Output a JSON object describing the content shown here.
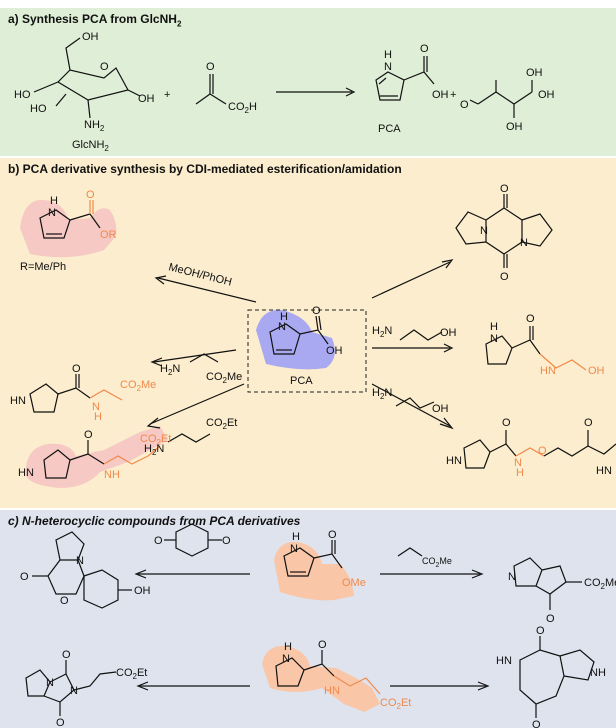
{
  "panel_a": {
    "title": "a) Synthesis PCA from GlcNH",
    "title_sub": "2",
    "glcnh2_label": "GlcNH",
    "glcnh2_sub": "2",
    "pca_label": "PCA",
    "plus": "+",
    "oh": "OH",
    "ho": "HO",
    "nh2": "NH",
    "co2h": "CO",
    "co2h_tail": "H",
    "h": "H",
    "n": "N",
    "o": "O"
  },
  "panel_b": {
    "title": "b) PCA derivative synthesis by CDI-mediated esterification/amidation",
    "r_label": "R=Me/Ph",
    "or_label": "OR",
    "reagent_meoh": "MeOH/PhOH",
    "center_label": "PCA",
    "co2me": "CO",
    "co2et": "CO",
    "me": "Me",
    "et": "Et",
    "hn": "HN",
    "h2n": "H",
    "oh": "OH",
    "nh": "NH"
  },
  "panel_c": {
    "title": "c) N-heterocyclic compounds from PCA derivatives",
    "ome": "OMe",
    "co2me_tail": "Me",
    "co2et_tail": "Et",
    "oh": "OH",
    "hn": "HN",
    "nh": "NH"
  },
  "colors": {
    "panel_a_bg": "#dfeed6",
    "panel_b_bg": "#fbedcd",
    "panel_c_bg": "#dfe3ee",
    "highlight_pink": "#f6c9c4",
    "highlight_blue": "#a9a9f2",
    "highlight_orange": "#f9c7a8",
    "accent_orange": "#f08a4b"
  }
}
